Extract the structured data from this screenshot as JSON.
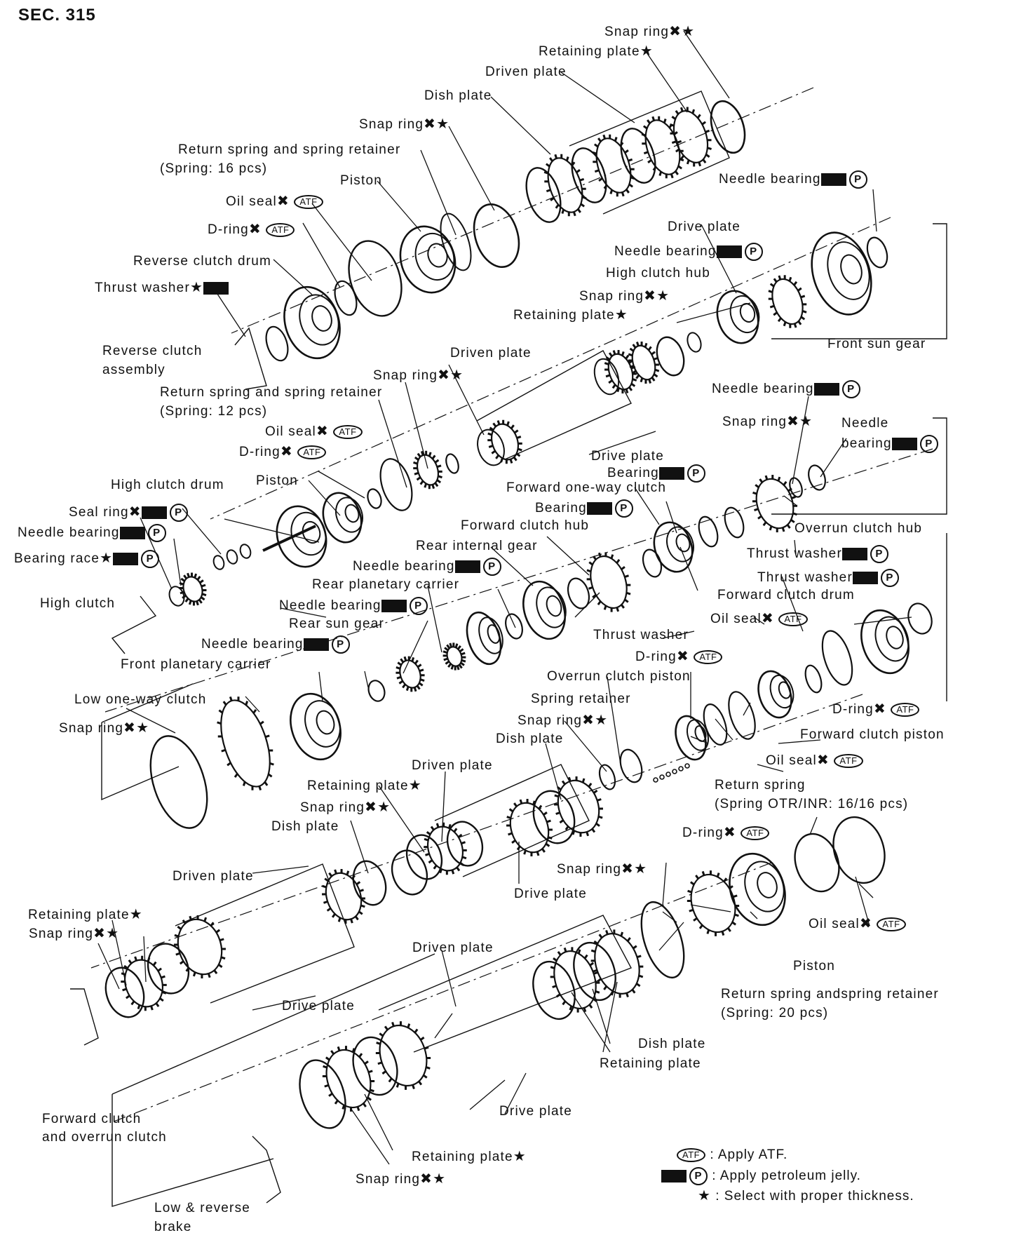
{
  "title": "SEC. 315",
  "labels": [
    "Snap ring",
    "Retaining plate",
    "Driven plate",
    "Dish plate",
    "Snap ring",
    "Return spring and spring retainer",
    "(Spring: 16 pcs)",
    "Piston",
    "Oil seal",
    "D-ring",
    "Reverse clutch drum",
    "Thrust washer",
    "Reverse clutch",
    "assembly",
    "Needle bearing",
    "Drive plate",
    "Needle bearing",
    "High clutch hub",
    "Snap ring",
    "Retaining plate",
    "Front sun gear",
    "Driven plate",
    "Snap ring",
    "Return spring and spring retainer",
    "(Spring: 12 pcs)",
    "Needle bearing",
    "Oil seal",
    "D-ring",
    "Snap ring",
    "Needle",
    "bearing",
    "Drive plate",
    "Bearing",
    "High clutch drum",
    "Piston",
    "Forward one-way clutch",
    "Seal ring",
    "Bearing",
    "Forward clutch hub",
    "Overrun clutch hub",
    "Needle bearing",
    "Rear internal gear",
    "Thrust washer",
    "Bearing race",
    "Needle bearing",
    "Thrust washer",
    "Rear planetary carrier",
    "Forward clutch drum",
    "High clutch",
    "Needle bearing",
    "Oil seal",
    "Rear sun gear",
    "Thrust washer",
    "Needle bearing",
    "D-ring",
    "Front planetary carrier",
    "Overrun clutch piston",
    "Low one-way clutch",
    "Spring retainer",
    "D-ring",
    "Snap ring",
    "Snap ring",
    "Forward clutch piston",
    "Dish plate",
    "Oil seal",
    "Driven plate",
    "Return spring",
    "Retaining plate",
    "(Spring OTR/INR: 16/16 pcs)",
    "Snap ring",
    "D-ring",
    "Dish plate",
    "Snap ring",
    "Driven plate",
    "Drive plate",
    "Retaining plate",
    "Oil seal",
    "Snap ring",
    "Driven plate",
    "Piston",
    "Drive plate",
    "Return spring andspring retainer",
    "(Spring: 20 pcs)",
    "Dish plate",
    "Retaining plate",
    "Drive plate",
    "Forward clutch",
    "and overrun clutch",
    "Retaining plate",
    "Snap ring",
    "Low & reverse",
    "brake"
  ],
  "legend": {
    "atf_badge": "ATF",
    "p_badge": "P",
    "atf_text": ": Apply ATF.",
    "pj_text": ": Apply petroleum jelly.",
    "star": "★",
    "star_text": ": Select with proper thickness."
  }
}
